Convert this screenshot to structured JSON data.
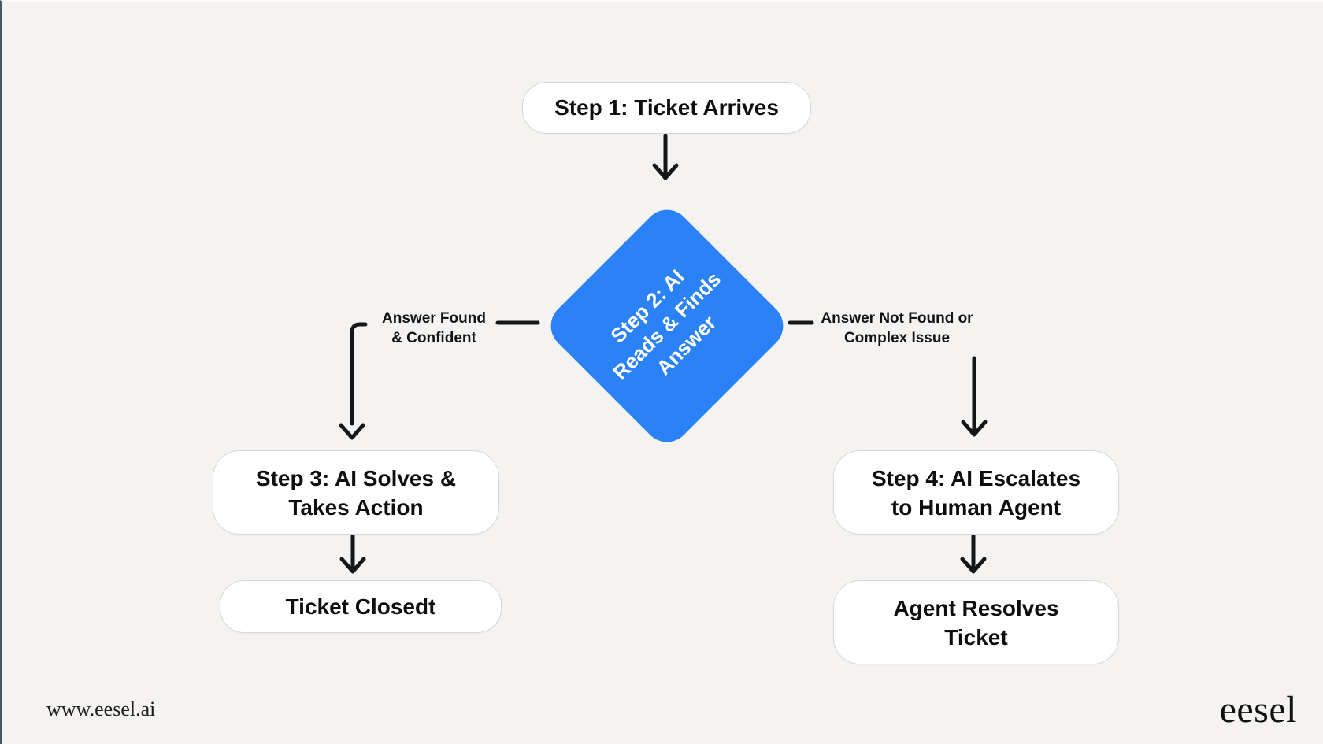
{
  "colors": {
    "bg": "#f4f3f1",
    "accent_blue": "#2b82f6",
    "line_color": "#161616",
    "box_border": "#d8d7d3",
    "text_dark": "#0e0e0e"
  },
  "flowchart": {
    "nodes": {
      "step1": {
        "label": "Step 1: Ticket Arrives"
      },
      "step2_decision": {
        "label": "Step 2: AI\nReads & Finds\nAnswer"
      },
      "step3": {
        "label": "Step 3: AI Solves &\nTakes Action"
      },
      "ticket_closed": {
        "label": "Ticket Closedt"
      },
      "step4": {
        "label": "Step 4: AI Escalates\nto Human Agent"
      },
      "agent_resolves": {
        "label": "Agent Resolves\nTicket"
      }
    },
    "edge_labels": {
      "answer_found": {
        "label": "Answer Found\n& Confident"
      },
      "answer_not_found": {
        "label": "Answer Not Found or\nComplex Issue"
      }
    }
  },
  "footer": {
    "website_url": "www.eesel.ai",
    "brand_logo": "eesel"
  }
}
